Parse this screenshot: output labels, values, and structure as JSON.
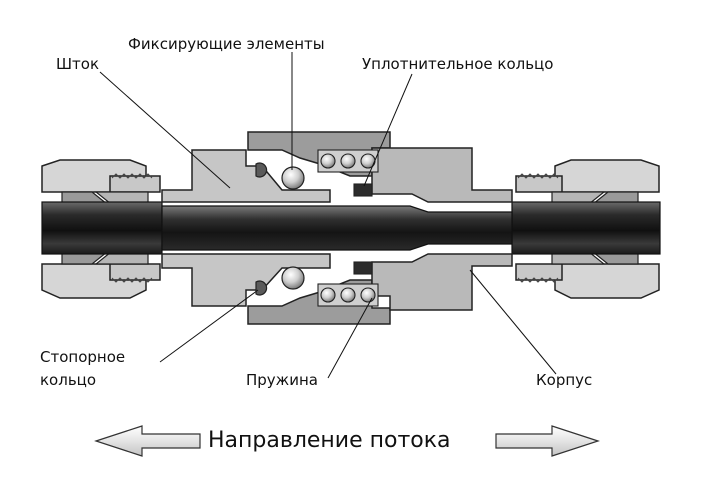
{
  "labels": {
    "stem": "Шток",
    "locking_elements": "Фиксирующие элементы",
    "o_ring": "Уплотнительное кольцо",
    "retaining_ring_line1": "Стопорное",
    "retaining_ring_line2": "кольцо",
    "spring": "Пружина",
    "body": "Корпус",
    "flow_direction": "Направление потока"
  },
  "colors": {
    "metal_light": "#d6d6d6",
    "metal_mid": "#b4b4b4",
    "metal_dark": "#8e8e8e",
    "tube_dark": "#1e1e1e",
    "outline": "#222222",
    "arrow_fill": "#e6e6e6"
  }
}
